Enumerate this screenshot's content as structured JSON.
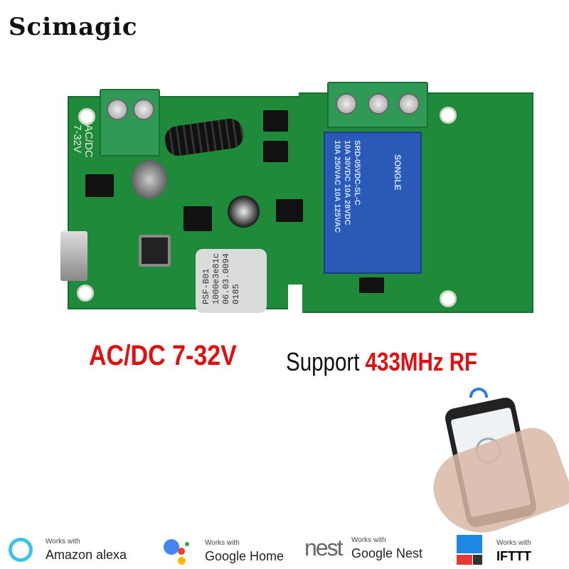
{
  "brand": "Scimagic",
  "headline": {
    "voltage": "AC/DC 7-32V",
    "support_prefix": "Support",
    "support_highlight": "433MHz RF"
  },
  "board_markings": {
    "silk": "AC/DC\n7-32V",
    "relay": "SRD-05VDC-SL-C\n10A 30VDC 10A 28VDC\n10A 250VAC 10A 125VAC",
    "relay_brand": "SONGLE",
    "module": "PSF-B01\n1000e3e81c\n06.03.0094\n0185"
  },
  "compat": [
    {
      "works": "Works with",
      "name": "Amazon alexa",
      "icon": "alexa-icon"
    },
    {
      "works": "Works with",
      "name": "Google Home",
      "icon": "google-assistant-icon"
    },
    {
      "works": "Works with",
      "name": "Google Nest",
      "logo": "nest",
      "icon": "nest-icon"
    },
    {
      "works": "Works with",
      "name": "IFTTT",
      "icon": "ifttt-icon"
    }
  ],
  "colors": {
    "accent": "#e01010",
    "pcb": "#1f8a3a",
    "relay": "#2b59b8"
  }
}
